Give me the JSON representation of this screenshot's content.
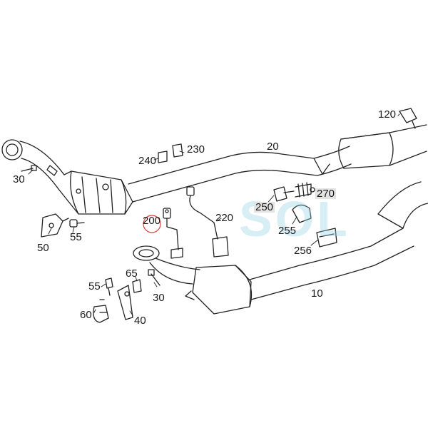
{
  "diagram": {
    "labels": {
      "l10": "10",
      "l20": "20",
      "l30a": "30",
      "l30b": "30",
      "l40": "40",
      "l50": "50",
      "l55a": "55",
      "l55b": "55",
      "l60": "60",
      "l65": "65",
      "l120": "120",
      "l200": "200",
      "l220": "220",
      "l230": "230",
      "l240": "240",
      "l250": "250",
      "l255": "255",
      "l256": "256",
      "l270": "270"
    },
    "highlighted_part": "200",
    "highlight_color": "#e23a3a",
    "watermark_text": "SOL",
    "watermark_color": "#8fd0e4"
  }
}
